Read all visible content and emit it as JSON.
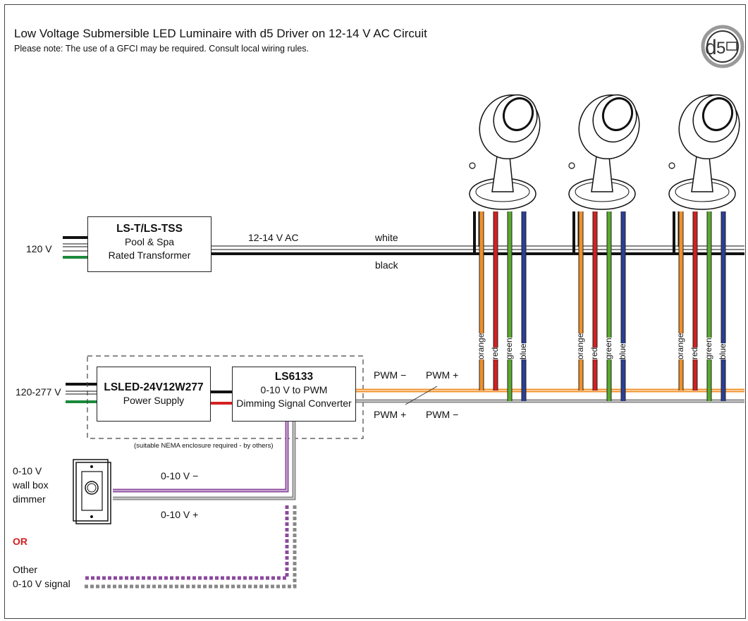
{
  "header": {
    "title": "Low Voltage Submersible LED Luminaire with d5 Driver on 12-14 V AC Circuit",
    "subtitle": "Please note: The use of a GFCI may be required. Consult local wiring rules.",
    "logo_text": "d5"
  },
  "transformer": {
    "name": "LS-T/LS-TSS",
    "line1": "Pool & Spa",
    "line2": "Rated Transformer",
    "input_voltage": "120 V",
    "output_label": "12-14 V AC",
    "wire_white": "white",
    "wire_black": "black"
  },
  "power_supply": {
    "name": "LSLED-24V12W277",
    "line1": "Power Supply",
    "input_voltage": "120-277 V"
  },
  "converter": {
    "name": "LS6133",
    "line1": "0-10 V to PWM",
    "line2": "Dimming Signal Converter"
  },
  "enclosure_note": "(suitable NEMA enclosure required - by others)",
  "pwm": {
    "top_left": "PWM −",
    "top_right": "PWM +",
    "bottom_left": "PWM +",
    "bottom_right": "PWM −"
  },
  "dimmer": {
    "line1": "0-10 V",
    "line2": "wall box",
    "line3": "dimmer",
    "minus": "0-10 V −",
    "plus": "0-10 V +",
    "or": "OR",
    "other1": "Other",
    "other2": "0-10 V signal"
  },
  "lead_colors": [
    "orange",
    "red",
    "green",
    "blue"
  ],
  "colors": {
    "orange": "#f0902a",
    "red": "#d42020",
    "green": "#5aaa30",
    "blue": "#2c3e96",
    "purple": "#8b4a9c",
    "gray": "#888888",
    "green_wire": "#1a8a3a",
    "or_red": "#d42020"
  }
}
